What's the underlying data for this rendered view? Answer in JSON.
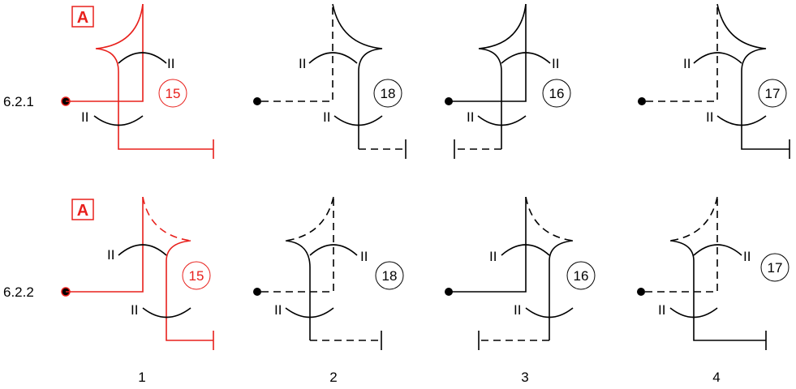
{
  "rows": [
    {
      "label": "6.2.1",
      "marker": "A"
    },
    {
      "label": "6.2.2",
      "marker": "A"
    }
  ],
  "columns": [
    "1",
    "2",
    "3",
    "4"
  ],
  "numbers": {
    "top": [
      "15",
      "18",
      "16",
      "17"
    ],
    "bottom": [
      "15",
      "18",
      "16",
      "17"
    ]
  },
  "parallel_mark": "II",
  "colors": {
    "highlight": "#e8201c",
    "line": "#000000"
  }
}
